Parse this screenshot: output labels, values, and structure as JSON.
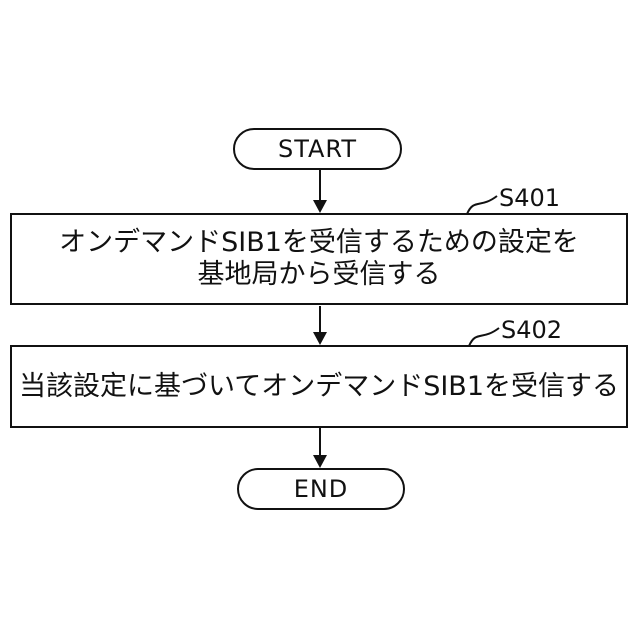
{
  "palette": {
    "background": "#ffffff",
    "line": "#111111",
    "text": "#111111"
  },
  "flowchart": {
    "start": {
      "label": "START"
    },
    "end": {
      "label": "END"
    },
    "steps": [
      {
        "ref": "S401",
        "lines": [
          "オンデマンドSIB1を受信するための設定を",
          "基地局から受信する"
        ]
      },
      {
        "ref": "S402",
        "lines": [
          "当該設定に基づいてオンデマンドSIB1を受信する"
        ]
      }
    ]
  }
}
